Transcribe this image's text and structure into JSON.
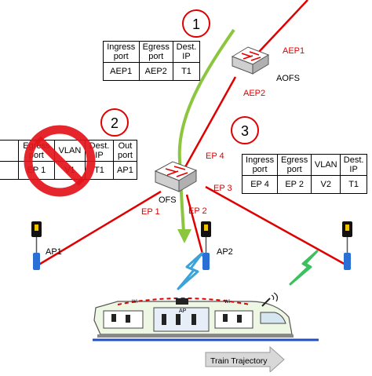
{
  "step_markers": [
    "1",
    "2",
    "3"
  ],
  "switches": {
    "aofs": "AOFS",
    "ofs": "OFS"
  },
  "ports": {
    "aep1": "AEP1",
    "aep2": "AEP2",
    "ep1": "EP 1",
    "ep2": "EP 2",
    "ep3": "EP 3",
    "ep4": "EP 4"
  },
  "access_points": {
    "ap1": "AP1",
    "ap2": "AP2"
  },
  "train": {
    "ap_label": "AP",
    "wifi_label_left": "Wi",
    "wifi_label_right": "Wi"
  },
  "trajectory_label": "Train Trajectory",
  "table1": {
    "headers": [
      "Ingress\nport",
      "Egress\nport",
      "Dest.\nIP"
    ],
    "row": [
      "AEP1",
      "AEP2",
      "T1"
    ]
  },
  "table2": {
    "headers": [
      "Egress\nport",
      "VLAN",
      "Dest.\nIP",
      "Out\nport"
    ],
    "row": [
      "EP 1",
      "V1",
      "T1",
      "AP1"
    ]
  },
  "table3": {
    "headers": [
      "Ingress\nport",
      "Egress\nport",
      "VLAN",
      "Dest.\nIP"
    ],
    "row": [
      "EP 4",
      "EP 2",
      "V2",
      "T1"
    ]
  },
  "colors": {
    "link_red": "#e00000",
    "arrow_green": "#8cc63f",
    "wireless_blue": "#3aa3d9",
    "wireless_green": "#3cc060",
    "prohibit_red": "#e3141b",
    "train_body": "#eef6e4",
    "track_blue": "#2050c0",
    "trajectory_arrow": "#d8d8d8"
  },
  "icons": [
    "switch-icon",
    "access-point-icon",
    "lightning-icon",
    "prohibit-icon",
    "train-icon",
    "arrow-icon"
  ]
}
